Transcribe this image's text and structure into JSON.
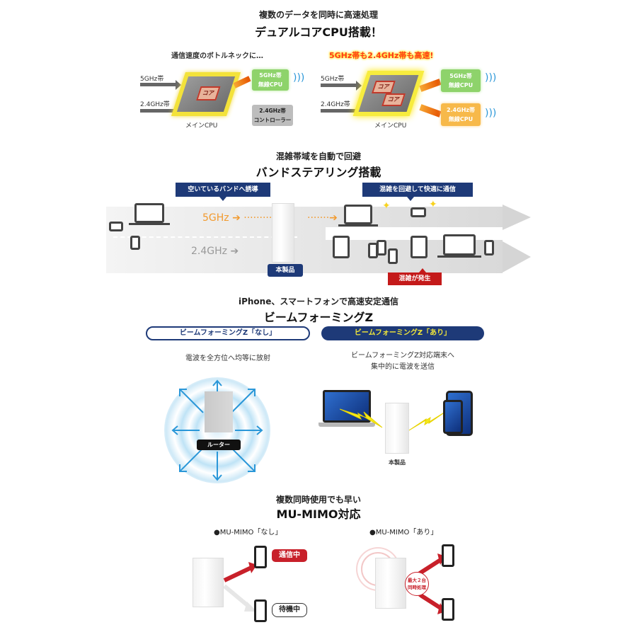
{
  "section_cpu": {
    "subtitle": "複数のデータを同時に高速処理",
    "title": "デュアルコアCPU搭載！",
    "left": {
      "caption": "通信速度のボトルネックに…",
      "input_5g": "5GHz帯",
      "input_24g": "2.4GHz帯",
      "core_label": "コア",
      "cpu_label": "メインCPU",
      "out_5g": [
        "5GHz帯",
        "無線CPU"
      ],
      "out_24g": [
        "2.4GHz帯",
        "コントローラー"
      ]
    },
    "right": {
      "caption": "5GHz帯も2.4GHz帯も高速!",
      "input_5g": "5GHz帯",
      "input_24g": "2.4GHz帯",
      "core_label_1": "コア",
      "core_label_2": "コア",
      "cpu_label": "メインCPU",
      "out_5g": [
        "5GHz帯",
        "無線CPU"
      ],
      "out_24g": [
        "2.4GHz帯",
        "無線CPU"
      ]
    },
    "colors": {
      "green": "#8ed36b",
      "orange": "#f7a934",
      "gray_box": "#bdbdbd",
      "cpu_yellow": "#f3e23a"
    }
  },
  "section_band": {
    "subtitle": "混雑帯域を自動で回避",
    "title": "バンドステアリング搭載",
    "callout_left": "空いているバンドへ誘導",
    "callout_right": "混雑を回避して快適に通信",
    "label_5g": "5GHz",
    "label_24g": "2.4GHz",
    "product_label": "本製品",
    "congestion_label": "混雑が発生",
    "colors": {
      "navy": "#1e3a78",
      "red": "#c41a1a",
      "orange": "#f29a2e"
    }
  },
  "section_beam": {
    "subtitle": "iPhone、スマートフォンで高速安定通信",
    "title": "ビームフォーミングZ",
    "pill_without": "ビームフォーミングZ「なし」",
    "pill_with": "ビームフォーミングZ「あり」",
    "desc_without": "電波を全方位へ均等に放射",
    "desc_with": [
      "ビームフォーミングZ対応端末へ",
      "集中的に電波を送信"
    ],
    "router_label": "ルーター",
    "product_label": "本製品",
    "colors": {
      "navy": "#1e3a78",
      "yellow_text": "#f0e63a",
      "wave_blue": "#2a97d8"
    }
  },
  "section_mumimo": {
    "subtitle": "複数同時使用でも早い",
    "title": "MU-MIMO対応",
    "label_without": "●MU-MIMO「なし」",
    "label_with": "●MU-MIMO「あり」",
    "status_active": "通信中",
    "status_waiting": "待機中",
    "max_badge": [
      "最大２台",
      "同時処理"
    ],
    "colors": {
      "red": "#c8202a"
    }
  }
}
